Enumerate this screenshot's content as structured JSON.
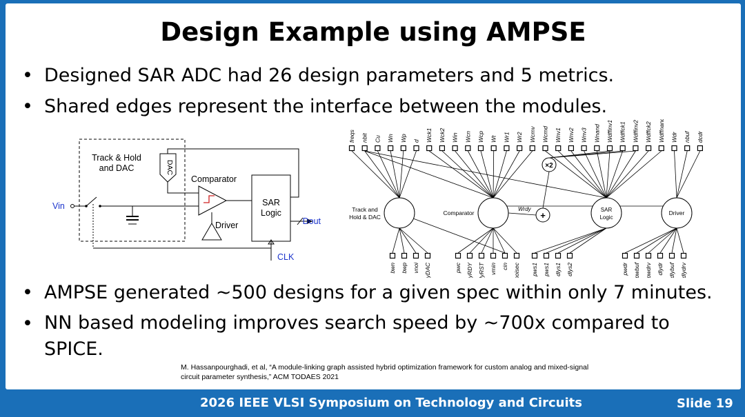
{
  "title": "Design Example using AMPSE",
  "bullets": [
    "Designed SAR ADC had 26 design parameters and 5 metrics.",
    "Shared edges represent the interface between the modules.",
    "AMPSE generated ~500 designs for a given spec within only 7 minutes.",
    "NN based modeling improves search speed by ~700x compared to SPICE."
  ],
  "bullet_symbol": "•",
  "circuit": {
    "track_hold": [
      "Track & Hold",
      "and DAC"
    ],
    "dac": "DAC",
    "comparator": "Comparator",
    "driver": "Driver",
    "sar": [
      "SAR",
      "Logic"
    ],
    "vin": "Vin",
    "dout": "Dout",
    "clk": "CLK"
  },
  "graph": {
    "top_params": [
      "freqs",
      "nbit",
      "Cu",
      "Wn",
      "Wp",
      "d",
      "Wck1",
      "Wck2",
      "Win",
      "Wcn",
      "Wcp",
      "Wt",
      "Wr1",
      "Wr2",
      "Wcmv",
      "Wcmd",
      "Wnv1",
      "Wnv2",
      "Wnv3",
      "Wnand",
      "Wdffinv1",
      "Wdffck1",
      "Wdffinv2",
      "Wdffck2",
      "Wdffnand",
      "Wdr",
      "nbuf",
      "dcdr"
    ],
    "modules": {
      "track_hold": [
        "Track and",
        "Hold & DAC"
      ],
      "comparator": "Comparator",
      "sar": [
        "SAR",
        "Logic"
      ],
      "driver": "Driver",
      "mult": "×2",
      "plus": "+",
      "wrdy": "Wrdy"
    },
    "metrics": [
      "bwn",
      "bwp",
      "vnoi",
      "dlyDAC",
      "pwc",
      "dlyRDY",
      "dlyRST",
      "vmin",
      "cin",
      "noisec",
      "pws1",
      "pws1",
      "dlys1",
      "dlys2",
      "pwdr",
      "pwbuf",
      "pwdrv",
      "dlydr",
      "dlybuf",
      "dlydrv"
    ]
  },
  "citation": "M. Hassanpourghadi, et al, “A module-linking graph assisted hybrid optimization framework for custom analog and mixed-signal circuit parameter synthesis,” ACM TODAES 2021",
  "footer": {
    "text": "2026 IEEE VLSI Symposium on Technology and Circuits",
    "slide": "Slide 19"
  },
  "colors": {
    "footer": "#1a6fb8",
    "vin_label": "#1a33cc"
  }
}
